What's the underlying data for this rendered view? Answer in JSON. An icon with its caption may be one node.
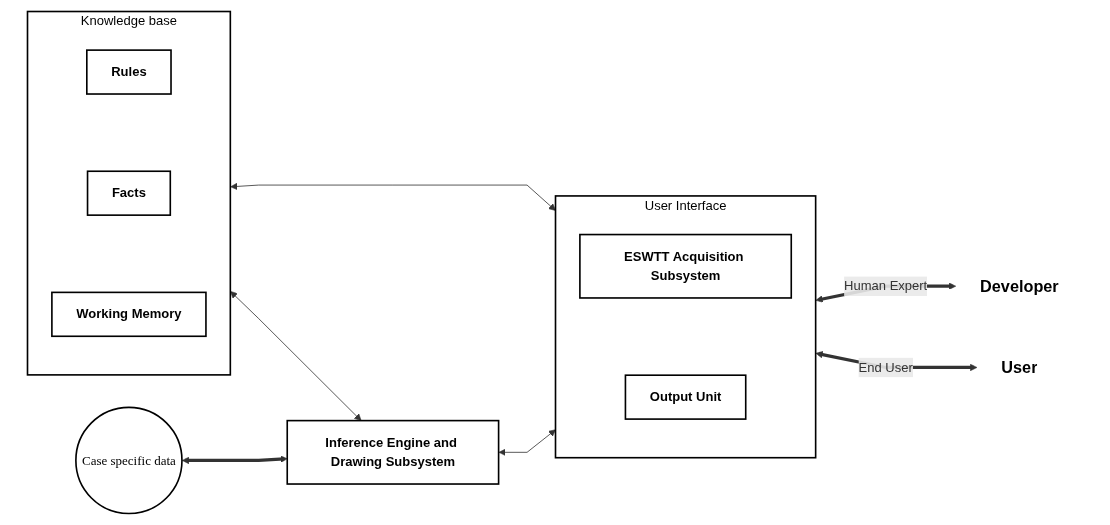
{
  "diagram": {
    "nodes": [
      {
        "text": [
          "Knowledge base"
        ]
      },
      {
        "text": [
          "Rules"
        ],
        "in": 0
      },
      {
        "text": [
          "Facts"
        ],
        "in": 0
      },
      {
        "text": [
          "Working Memory"
        ],
        "in": 0
      },
      {
        "text": [
          "User Interface"
        ]
      },
      {
        "text": [
          "ESWTT Acquisition Subsystem"
        ],
        "in": 4
      },
      {
        "text": [
          "Output Unit"
        ],
        "in": 4
      },
      {
        "text": [
          "Developer"
        ]
      },
      {
        "text": [
          "User"
        ]
      },
      {
        "text": [
          "Case specific data"
        ]
      },
      {
        "text": [
          "Inference Engine and Drawing Subsystem"
        ]
      }
    ],
    "edges": [
      {
        "from": 0,
        "to": 4,
        "arrow": "both"
      },
      {
        "from": 4,
        "to": 7,
        "arrow": "both",
        "label": "Human Expert",
        "style": "thick"
      },
      {
        "from": 4,
        "to": 8,
        "arrow": "both",
        "label": "End User",
        "style": "thick"
      },
      {
        "from": 0,
        "to": 10,
        "arrow": "both"
      },
      {
        "from": 9,
        "to": 10,
        "arrow": "both",
        "style": "thick"
      },
      {
        "from": 10,
        "to": 4,
        "arrow": "both"
      }
    ]
  }
}
